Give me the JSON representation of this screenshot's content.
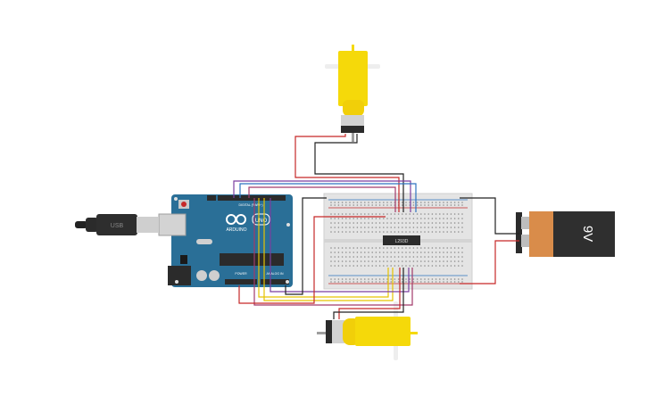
{
  "components": {
    "arduino": {
      "brand_text": "ARDUINO",
      "model_text": "UNO",
      "section_power": "POWER",
      "section_analog": "ANALOG IN",
      "section_digital": "DIGITAL (PWM~)"
    },
    "usb_cable": {
      "plug_text": "USB"
    },
    "breadboard": {},
    "driver_ic": {
      "label": "L293D"
    },
    "battery": {
      "label": "9V"
    },
    "motor_top": {},
    "motor_bottom": {}
  },
  "colors": {
    "canvas_bg": "#ffffff",
    "arduino_board": "#2a6f97",
    "breadboard": "#e4e4e4",
    "motor_yellow": "#f5d90a",
    "battery_copper": "#d98c4a",
    "battery_body": "#2f2f2f",
    "wire_red": "#c62828",
    "wire_black": "#222222",
    "wire_yellow": "#e6c300",
    "wire_purple": "#7b3fa0",
    "wire_blue": "#2f74c0",
    "wire_magenta": "#a23a6a"
  }
}
